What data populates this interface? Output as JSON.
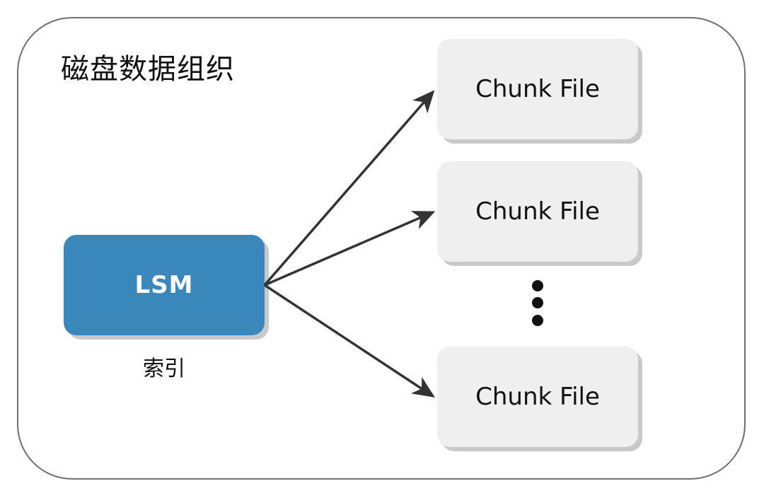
{
  "diagram": {
    "title": "磁盘数据组织",
    "lsm": {
      "label": "LSM",
      "caption": "索引",
      "color": "#3a87bb"
    },
    "chunk_files": [
      {
        "label": "Chunk File"
      },
      {
        "label": "Chunk File"
      },
      {
        "label": "Chunk File"
      }
    ],
    "chunk_color": "#efefef",
    "ellipsis_icon": "vertical-ellipsis-icon",
    "edges": [
      {
        "from": "LSM",
        "to": "Chunk File 1"
      },
      {
        "from": "LSM",
        "to": "Chunk File 2"
      },
      {
        "from": "LSM",
        "to": "Chunk File 3"
      }
    ]
  }
}
